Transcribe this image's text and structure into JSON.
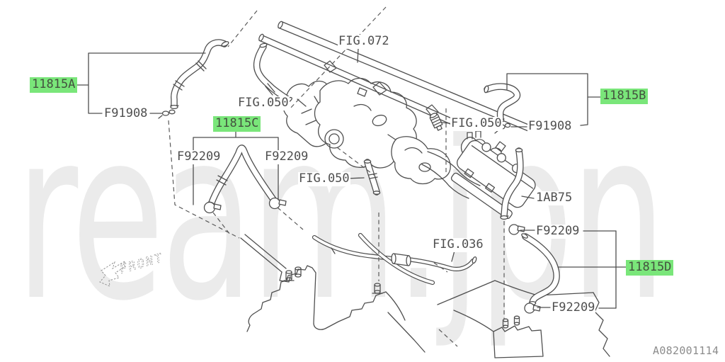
{
  "diagram": {
    "watermark": "ream.jpn",
    "code": "A082001114",
    "front_label": "FRONT",
    "highlight_color": "#7ae67a",
    "line_color": "#4f4f4f"
  },
  "labels": [
    {
      "text": "11815A",
      "highlight": true
    },
    {
      "text": "F91908",
      "highlight": false
    },
    {
      "text": "FIG.072",
      "highlight": false
    },
    {
      "text": "FIG.050",
      "highlight": false
    },
    {
      "text": "11815C",
      "highlight": true
    },
    {
      "text": "F92209",
      "highlight": false
    },
    {
      "text": "F92209",
      "highlight": false
    },
    {
      "text": "FIG.050",
      "highlight": false
    },
    {
      "text": "FIG.050",
      "highlight": false
    },
    {
      "text": "F91908",
      "highlight": false
    },
    {
      "text": "11815B",
      "highlight": true
    },
    {
      "text": "1AB75",
      "highlight": false
    },
    {
      "text": "F92209",
      "highlight": false
    },
    {
      "text": "11815D",
      "highlight": true
    },
    {
      "text": "F92209",
      "highlight": false
    },
    {
      "text": "FIG.036",
      "highlight": false
    }
  ]
}
